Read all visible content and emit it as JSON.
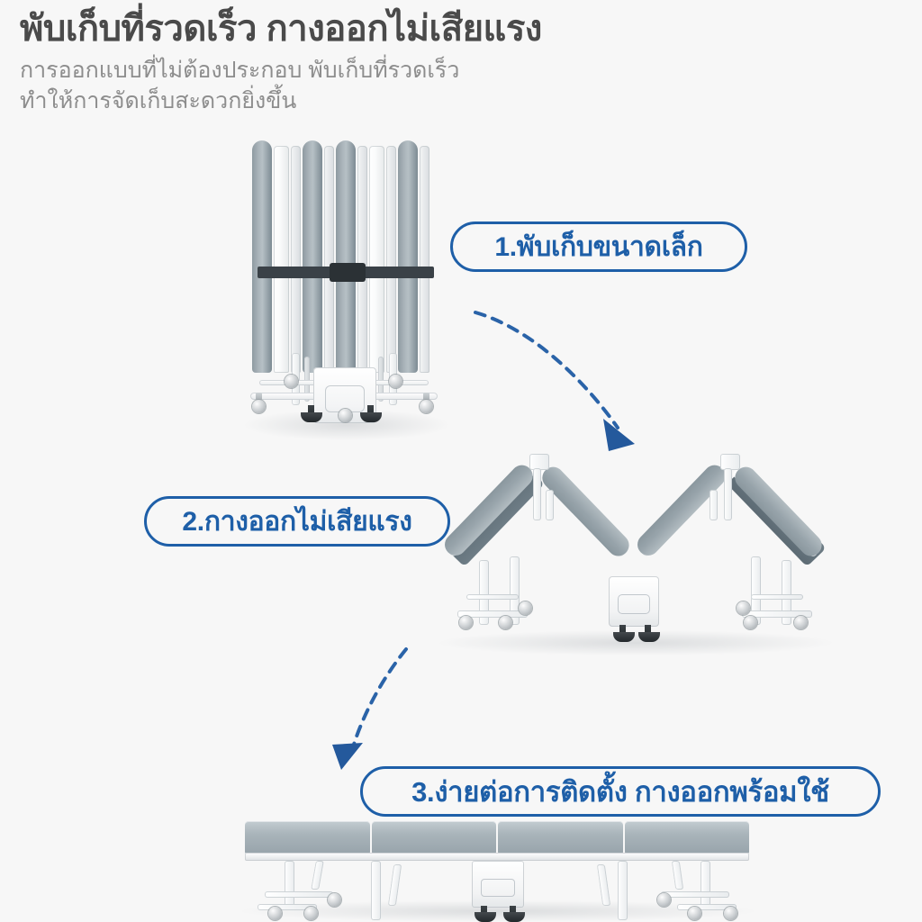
{
  "page": {
    "background_color": "#f7f7f7",
    "accent_color": "#1e5fa8",
    "title_color": "#4a4a4a",
    "subtitle_color": "#8d8d8d"
  },
  "header": {
    "title": "พับเก็บที่รวดเร็ว กางออกไม่เสียแรง",
    "subtitle_line1": "การออกแบบที่ไม่ต้องประกอบ พับเก็บที่รวดเร็ว",
    "subtitle_line2": "ทำให้การจัดเก็บสะดวกยิ่งขึ้น"
  },
  "steps": [
    {
      "id": "step-1",
      "badge_label": "1.พับเก็บขนาดเล็ก",
      "illustration": "folded-bed-upright"
    },
    {
      "id": "step-2",
      "badge_label": "2.กางออกไม่เสียแรง",
      "illustration": "half-unfolded-bed-m-shape"
    },
    {
      "id": "step-3",
      "badge_label": "3.ง่ายต่อการติดตั้ง กางออกพร้อมใช้",
      "illustration": "fully-unfolded-flat-bed"
    }
  ],
  "arrows": [
    {
      "id": "arrow-1",
      "from": "step-1",
      "to": "step-2",
      "style": "dashed-curved",
      "direction": "down-right",
      "color": "#2a63a8"
    },
    {
      "id": "arrow-2",
      "from": "step-2",
      "to": "step-3",
      "style": "dashed-curved",
      "direction": "down-left",
      "color": "#2a63a8"
    }
  ],
  "product": {
    "mattress_color": "#9aa6ad",
    "frame_color": "#f2f4f5",
    "caster_color": "#c9cdd0",
    "foot_color": "#2b3134",
    "mattress_segments": 4
  },
  "icons": {
    "arrow_head": "arrow-head-icon"
  }
}
